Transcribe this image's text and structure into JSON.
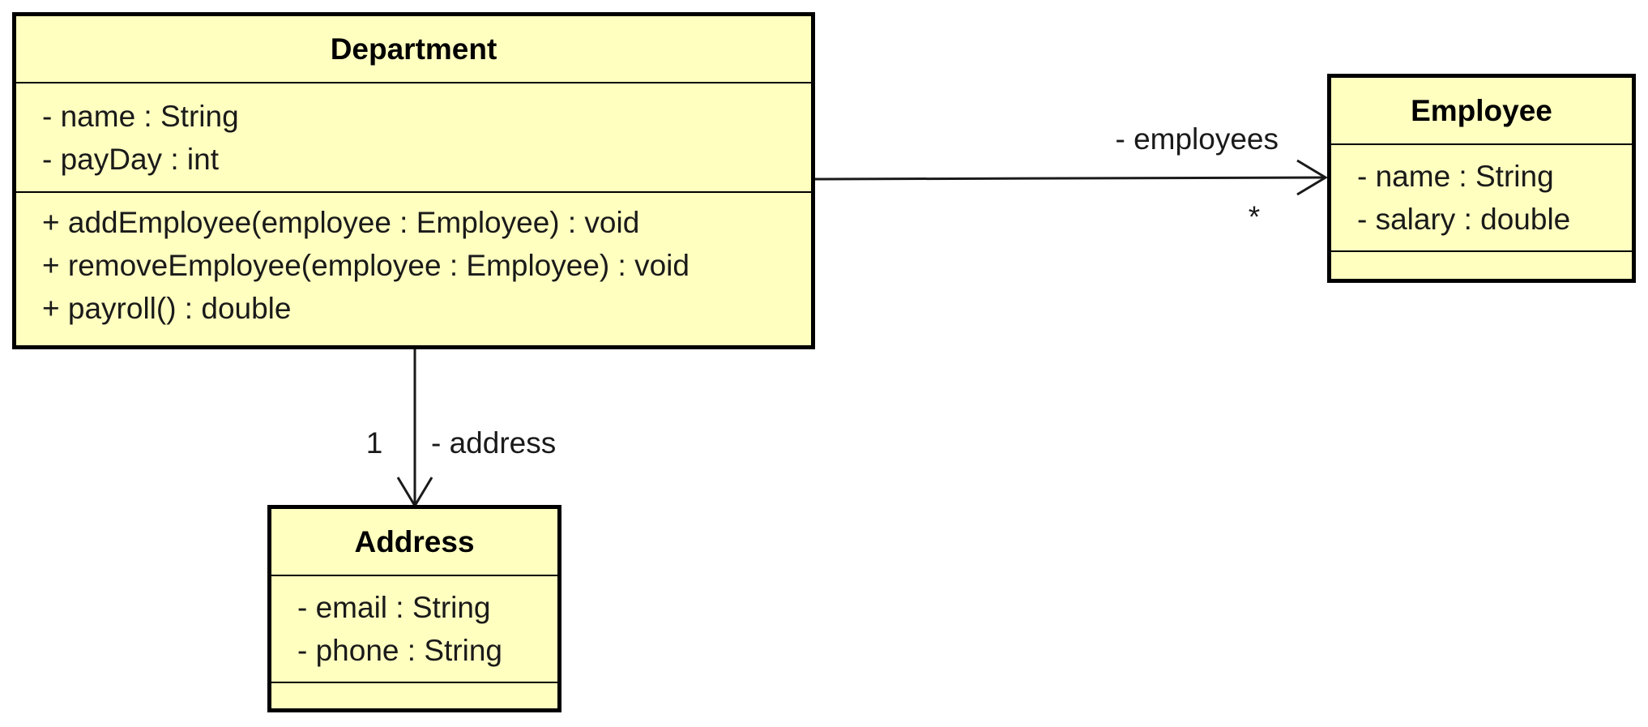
{
  "classes": {
    "department": {
      "name": "Department",
      "attributes": [
        "- name : String",
        "- payDay : int"
      ],
      "methods": [
        "+ addEmployee(employee : Employee) : void",
        "+ removeEmployee(employee : Employee) : void",
        "+ payroll() : double"
      ]
    },
    "employee": {
      "name": "Employee",
      "attributes": [
        "- name : String",
        "- salary : double"
      ],
      "methods": []
    },
    "address": {
      "name": "Address",
      "attributes": [
        "- email : String",
        "- phone : String"
      ],
      "methods": []
    }
  },
  "associations": {
    "employees": {
      "role": "- employees",
      "multiplicity": "*"
    },
    "address": {
      "role": "- address",
      "multiplicity": "1"
    }
  },
  "colors": {
    "class_fill": "#ffffc0",
    "class_border": "#000000",
    "line": "#1a1a1a"
  }
}
